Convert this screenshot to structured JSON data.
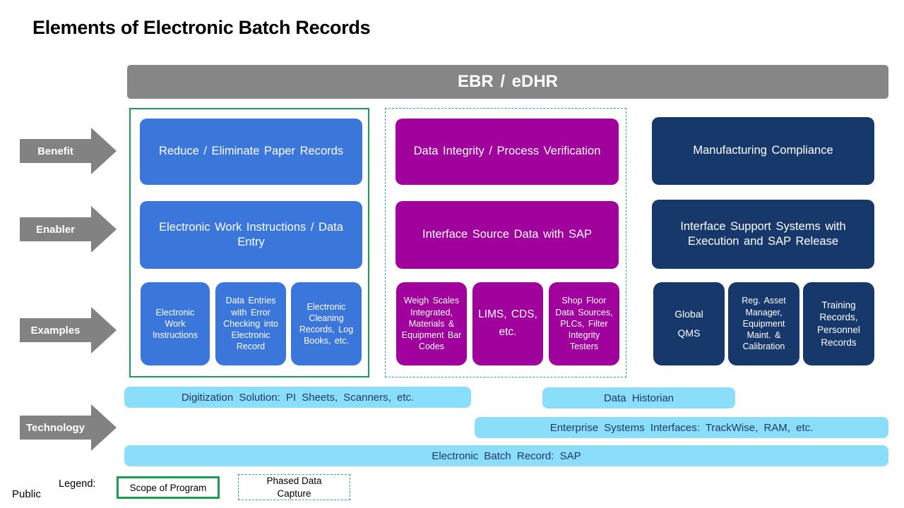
{
  "title": "Elements of Electronic Batch Records",
  "classification": "Public",
  "header": {
    "label": "EBR / eDHR"
  },
  "row_arrows": [
    {
      "label": "Benefit"
    },
    {
      "label": "Enabler"
    },
    {
      "label": "Examples"
    },
    {
      "label": "Technology"
    }
  ],
  "columns": [
    {
      "name": "paper-records",
      "scope_border": "solid-green",
      "benefit": "Reduce / Eliminate Paper Records",
      "enabler": "Electronic Work Instructions / Data Entry",
      "examples": [
        "Electronic Work Instructions",
        "Data Entries with Error Checking into Electronic Record",
        "Electronic Cleaning Records, Log Books, etc."
      ]
    },
    {
      "name": "data-integrity",
      "scope_border": "dashed-teal",
      "benefit": "Data Integrity / Process Verification",
      "enabler": "Interface Source Data with SAP",
      "examples": [
        "Weigh Scales Integrated, Materials & Equipment Bar Codes",
        "LIMS, CDS, etc.",
        "Shop Floor Data Sources, PLCs, Filter Integrity Testers"
      ]
    },
    {
      "name": "manufacturing-compliance",
      "scope_border": "none",
      "benefit": "Manufacturing Compliance",
      "enabler": "Interface Support Systems with Execution and SAP Release",
      "examples": [
        "Global QMS",
        "Reg. Asset Manager, Equipment Maint. & Calibration",
        "Training Records, Personnel Records"
      ]
    }
  ],
  "technology_bars": [
    {
      "label": "Digitization Solution: PI Sheets, Scanners, etc."
    },
    {
      "label": "Data Historian"
    },
    {
      "label": "Enterprise Systems Interfaces: TrackWise, RAM, etc."
    },
    {
      "label": "Electronic Batch Record: SAP"
    }
  ],
  "legend": {
    "label": "Legend:",
    "items": [
      {
        "label": "Scope of Program",
        "style": "solid-green"
      },
      {
        "label": "Phased Data Capture",
        "style": "dashed-teal"
      }
    ]
  },
  "colors": {
    "box_blue": "#3B76DB",
    "box_purple": "#A0009C",
    "box_navy": "#16386B",
    "bar_light_blue": "#8ADEF9",
    "bar_text_navy": "#1F3864",
    "arrow_gray": "#828282",
    "banner_gray": "#868686",
    "scope_green_solid": "#1A9E50",
    "scope_teal_dashed": "#27A493"
  }
}
